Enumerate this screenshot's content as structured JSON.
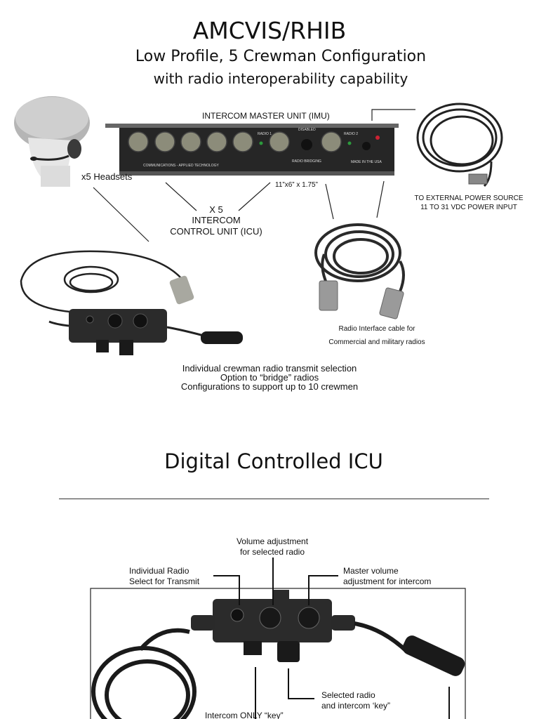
{
  "header": {
    "title": "AMCVIS/RHIB",
    "subtitle_line1": "Low Profile, 5 Crewman Configuration",
    "subtitle_line2": "with radio interoperability capability"
  },
  "imu": {
    "heading": "INTERCOM MASTER UNIT (IMU)",
    "panel_texts": [
      "RADIO 1",
      "DISABLED",
      "RADIO BRIDGING",
      "RADIO 2",
      "MADE IN THE USA",
      "COMMUNICATIONS - APPLIED TECHNOLOGY"
    ],
    "dimensions": "11”x6” x 1.75”"
  },
  "labels": {
    "headsets": "x5 Headsets",
    "icu_line1": "X 5",
    "icu_line2": "INTERCOM",
    "icu_line3": "CONTROL UNIT (ICU)",
    "power_line1": "TO EXTERNAL POWER SOURCE",
    "power_line2": "11 TO 31 VDC POWER INPUT",
    "radio_cable_line1": "Radio Interface cable for",
    "radio_cable_line2": "Commercial and military radios"
  },
  "features": {
    "line1": "Individual crewman radio transmit selection",
    "line2": "Option to “bridge” radios",
    "line3": "Configurations to support up to 10 crewmen"
  },
  "section2": {
    "title": "Digital Controlled ICU"
  },
  "icu_callouts": {
    "volume_radio_line1": "Volume adjustment",
    "volume_radio_line2": "for selected radio",
    "radio_select_line1": "Individual Radio",
    "radio_select_line2": "Select for Transmit",
    "master_volume_line1": "Master volume",
    "master_volume_line2": "adjustment for intercom",
    "selected_key_line1": "Selected radio",
    "selected_key_line2": "and intercom ‘key”",
    "intercom_only": "Intercom ONLY “key”"
  },
  "colors": {
    "device_body": "#2b2b2b",
    "cable": "#1d1d1d",
    "connector": "#9a9a9a",
    "text": "#111111"
  }
}
